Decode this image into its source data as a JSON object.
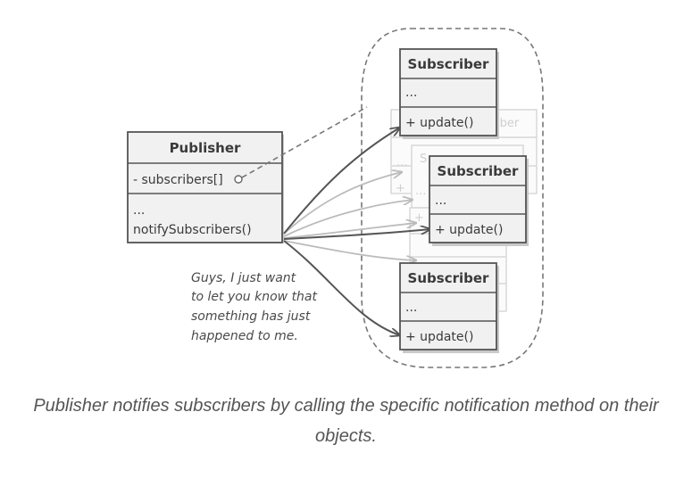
{
  "publisher": {
    "title": "Publisher",
    "field": "- subscribers[]",
    "ellipsis": "...",
    "method": "notifySubscribers()"
  },
  "subscribers": [
    {
      "title": "Subscriber",
      "ellipsis": "...",
      "method": "+ update()"
    },
    {
      "title": "Subscriber",
      "ellipsis": "...",
      "method": "+ update()"
    },
    {
      "title": "Subscriber",
      "ellipsis": "...",
      "method": "+ update()"
    }
  ],
  "ghost": {
    "fragment": "iber",
    "ellipsis": "...",
    "plus": "+",
    "s": "S"
  },
  "note": {
    "lines": [
      "Guys, I just want",
      "to let you know that",
      "something has just",
      "happened to me."
    ]
  },
  "caption": "Publisher notifies subscribers by calling the specific notification method on their objects."
}
